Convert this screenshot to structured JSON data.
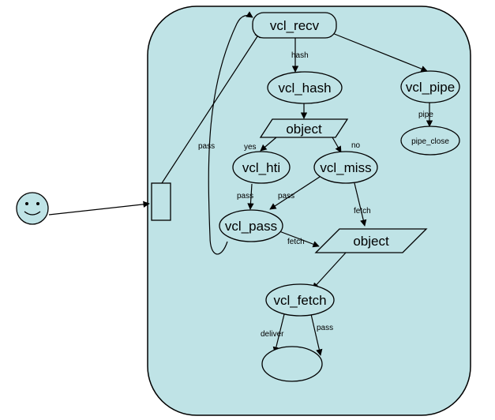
{
  "colors": {
    "background": "#ffffff",
    "container_fill": "#bfe3e6",
    "shape_fill": "#bfe3e6",
    "stroke": "#000000"
  },
  "nodes": {
    "vcl_recv": "vcl_recv",
    "vcl_hash": "vcl_hash",
    "vcl_pipe": "vcl_pipe",
    "object_top": "object",
    "pipe_close": "pipe_close",
    "vcl_hti": "vcl_hti",
    "vcl_miss": "vcl_miss",
    "vcl_pass": "vcl_pass",
    "object_bottom": "object",
    "vcl_fetch": "vcl_fetch",
    "end_state": ""
  },
  "edge_labels": {
    "hash": "hash",
    "pipe": "pipe",
    "pass_loop": "pass",
    "yes": "yes",
    "no": "no",
    "hti_pass": "pass",
    "miss_pass": "pass",
    "fetch_miss": "fetch",
    "fetch_pass": "fetch",
    "deliver": "deliver",
    "fetch_pass_end": "pass"
  },
  "icons": {
    "user": "smiley-face-icon"
  }
}
